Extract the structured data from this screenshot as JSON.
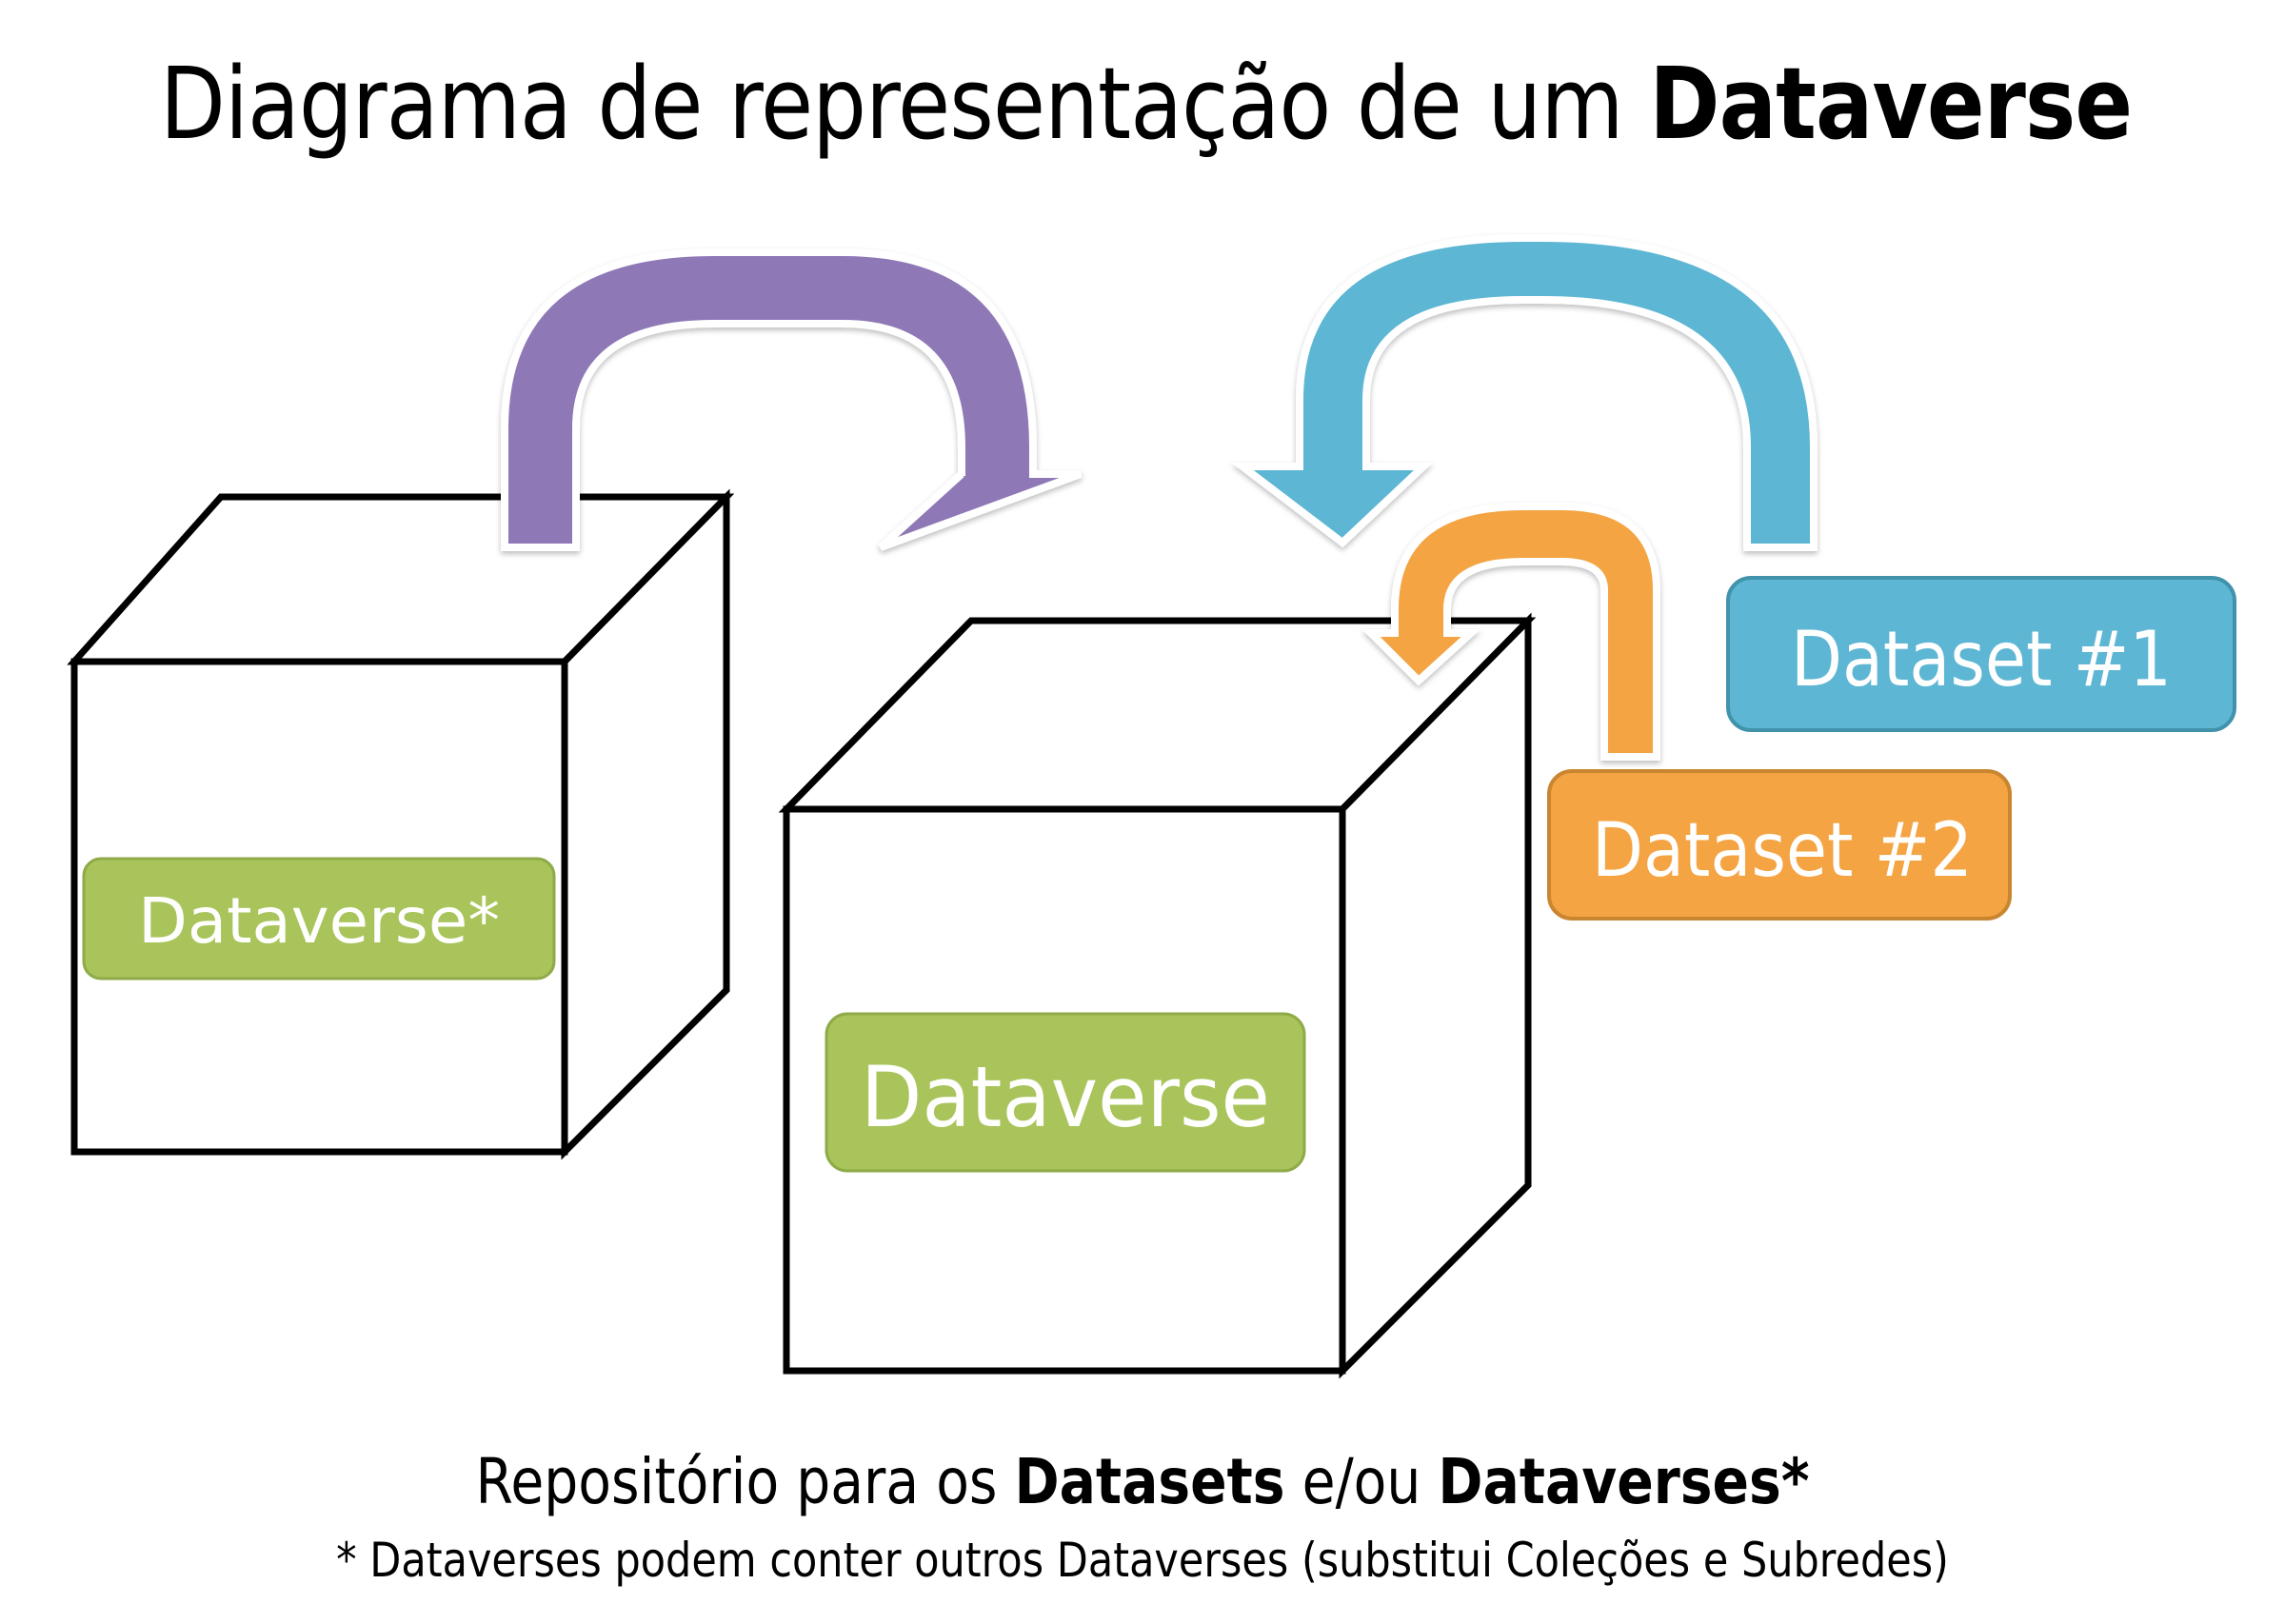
{
  "title": {
    "text_regular": "Diagrama de representação de um ",
    "text_bold": "Dataverse"
  },
  "nodes": {
    "parent_dataverse": {
      "label": "Dataverse*",
      "color": "#a8c45a",
      "border": "#8faa48"
    },
    "main_dataverse": {
      "label": "Dataverse",
      "color": "#a8c45a",
      "border": "#8faa48"
    },
    "dataset_1": {
      "label": "Dataset #1",
      "color": "#5db6d3",
      "border": "#4192ab"
    },
    "dataset_2": {
      "label": "Dataset #2",
      "color": "#f4a443",
      "border": "#c98630"
    }
  },
  "arrows": [
    {
      "name": "dataverse-to-dataverse",
      "from": "Dataverse*",
      "to": "Dataverse",
      "color": "#8e78b6"
    },
    {
      "name": "dataset1-to-dataverse",
      "from": "Dataset #1",
      "to": "Dataverse",
      "color": "#5db6d3"
    },
    {
      "name": "dataset2-to-dataverse",
      "from": "Dataset #2",
      "to": "Dataverse",
      "color": "#f4a443"
    }
  ],
  "caption": {
    "part1": "Repositório para os ",
    "part2_bold": "Datasets",
    "part3": " e/ou ",
    "part4_bold": "Dataverses*",
    "note": "* Dataverses podem conter outros Dataverses (substitui Coleções e Subredes)"
  }
}
